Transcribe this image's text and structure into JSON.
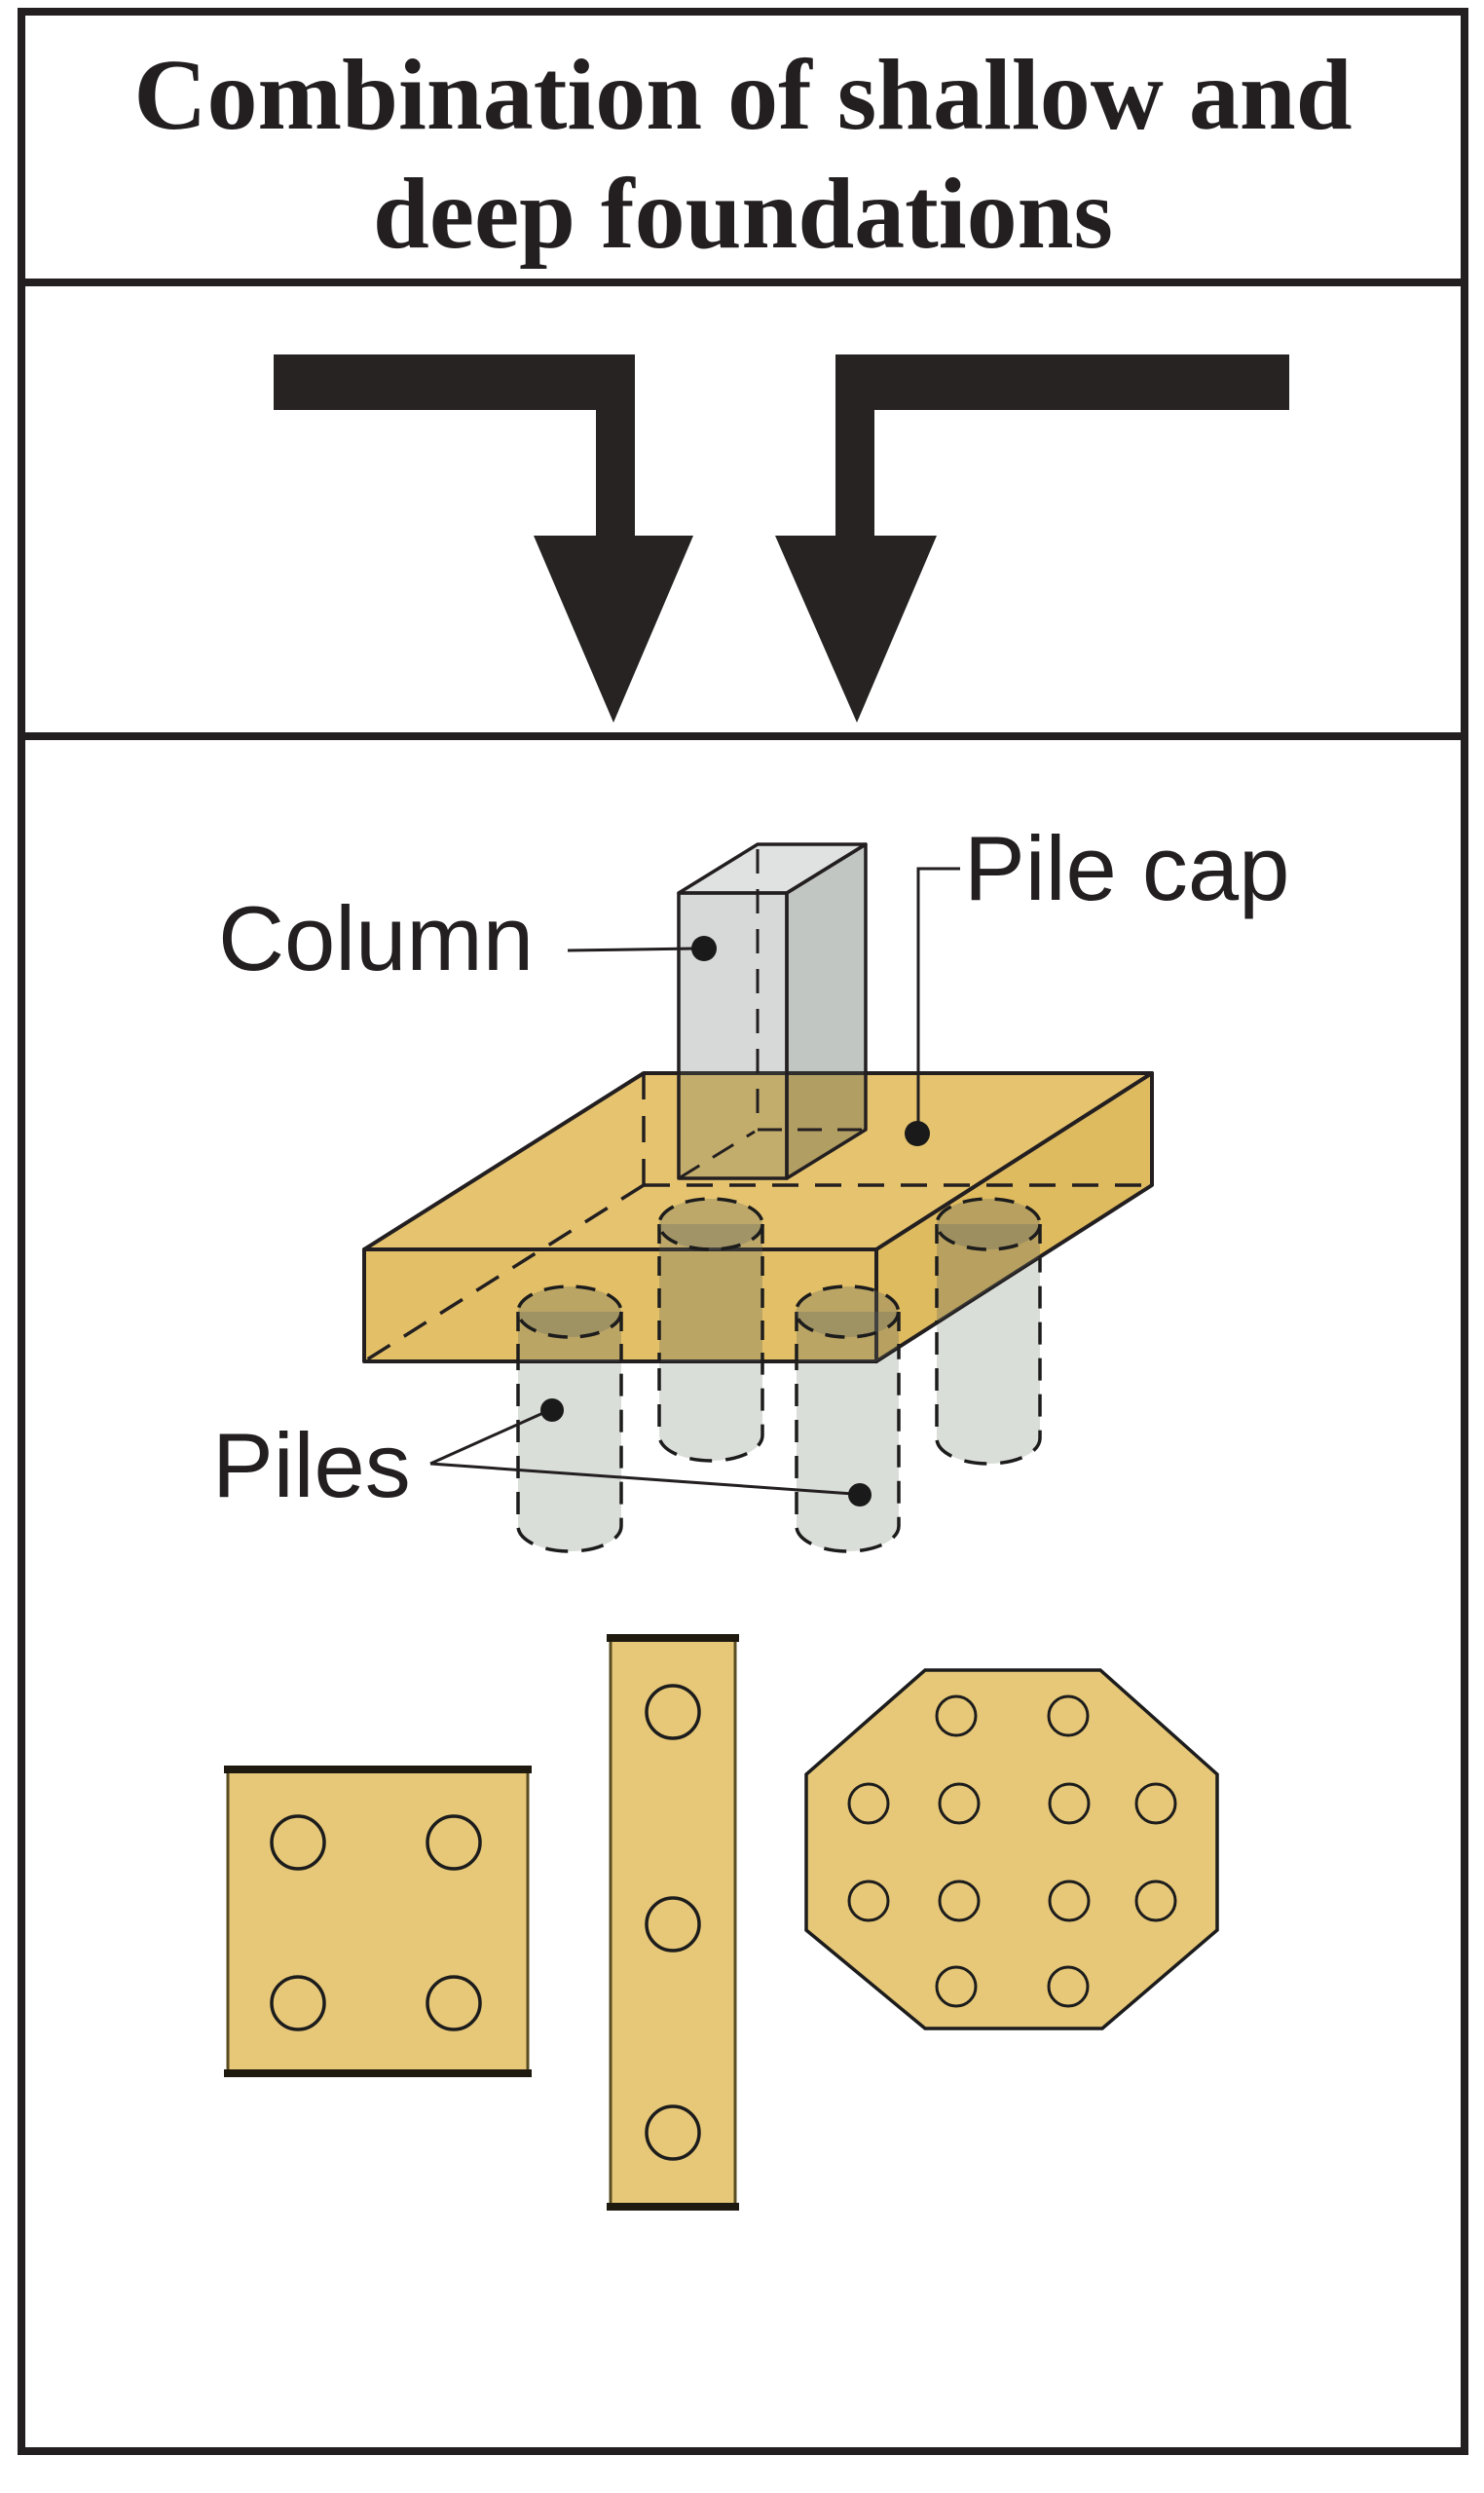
{
  "title": {
    "line1": "Combination of shallow and",
    "line2": "deep foundations"
  },
  "diagram": {
    "labels": {
      "column": "Column",
      "pile_cap": "Pile cap",
      "piles": "Piles"
    },
    "arrow_count": 2,
    "pile_count_3d": 4
  },
  "footprints": {
    "square_pile_count": 4,
    "strip_pile_count": 3,
    "octagon_pile_count": 12
  },
  "colors": {
    "ink": "#231F20",
    "cap_tan_top": "#E6C46F",
    "cap_tan_front": "#E3C067",
    "cap_tan_right": "#DFBB60",
    "bottom_tan": "#E7C878",
    "pile_gray": "#DADED8",
    "background": "#FFFFFF"
  }
}
